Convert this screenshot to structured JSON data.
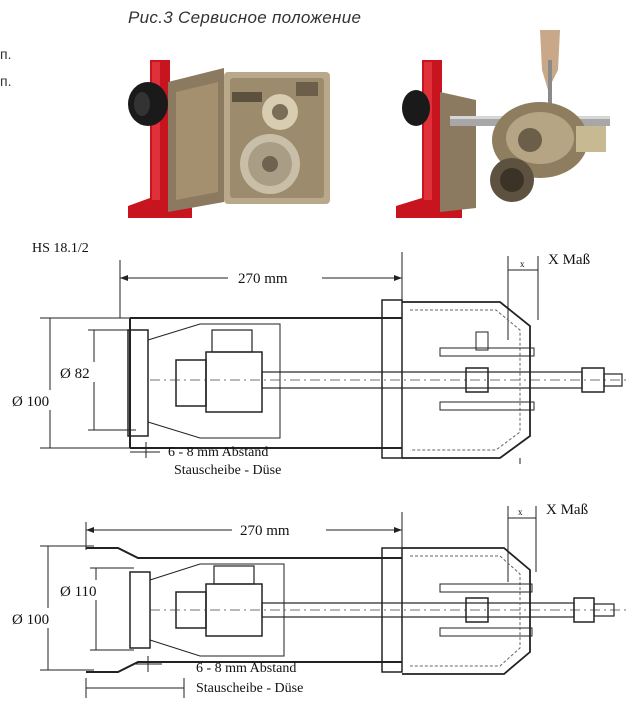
{
  "caption": "Рис.3 Сервисное положение",
  "left_fragments": [
    "п.",
    "п."
  ],
  "photos": [
    {
      "name": "burner-service-position-photo-1"
    },
    {
      "name": "burner-service-position-photo-2"
    }
  ],
  "drawing1": {
    "model": "HS 18.1/2",
    "length": "270 mm",
    "x_mass": "X Maß",
    "x_small": "x",
    "dia_inner": "Ø 82",
    "dia_outer": "Ø 100",
    "gap_line1": "6 - 8 mm Abstand",
    "gap_line2": "Stauscheibe - Düse"
  },
  "drawing2": {
    "length": "270 mm",
    "x_mass": "X Maß",
    "x_small": "x",
    "dia_inner": "Ø 110",
    "dia_outer": "Ø 100",
    "gap_line1": "6 - 8 mm Abstand",
    "gap_line2": "Stauscheibe - Düse"
  }
}
